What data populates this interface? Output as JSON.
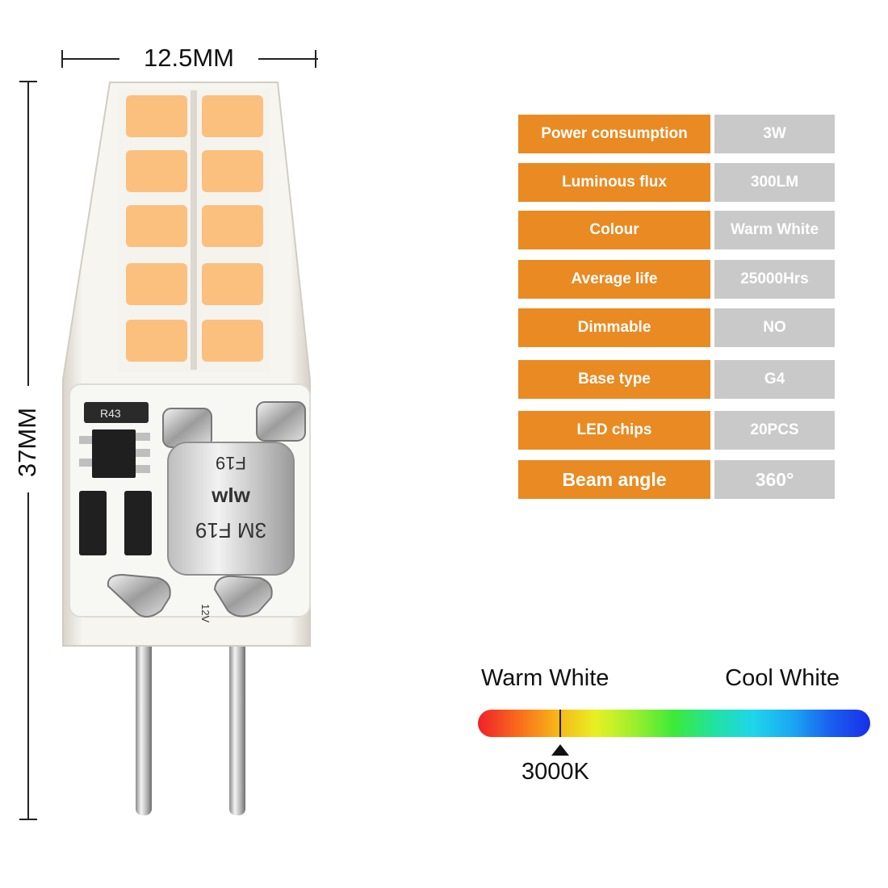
{
  "dimensions": {
    "width": "12.5MM",
    "height": "37MM"
  },
  "bulb": {
    "led_chips_drawn": 10,
    "resistor_marking": "R43",
    "capacitor_marking_top": "F19",
    "capacitor_marking_mid": "wIw",
    "capacitor_marking_bottom": "3M F19",
    "voltage_marking": "12V",
    "colors": {
      "led": "#fbc07e",
      "body": "#f3f0ea",
      "pcb": "#f7f7f4",
      "component": "#222222"
    }
  },
  "specs": [
    {
      "label": "Power consumption",
      "value": "3W"
    },
    {
      "label": "Luminous flux",
      "value": "300LM"
    },
    {
      "label": "Colour",
      "value": "Warm White"
    },
    {
      "label": "Average life",
      "value": "25000Hrs"
    },
    {
      "label": "Dimmable",
      "value": "NO"
    },
    {
      "label": "Base type",
      "value": "G4"
    },
    {
      "label": "LED chips",
      "value": "20PCS"
    },
    {
      "label": "Beam angle",
      "value": "360°"
    }
  ],
  "spec_colors": {
    "label_bg": "#e98a22",
    "value_bg": "#c9c9c9",
    "text": "#ffffff"
  },
  "color_temperature": {
    "warm_label": "Warm White",
    "cool_label": "Cool White",
    "marker_label": "3000K",
    "marker_position": 0.21
  }
}
